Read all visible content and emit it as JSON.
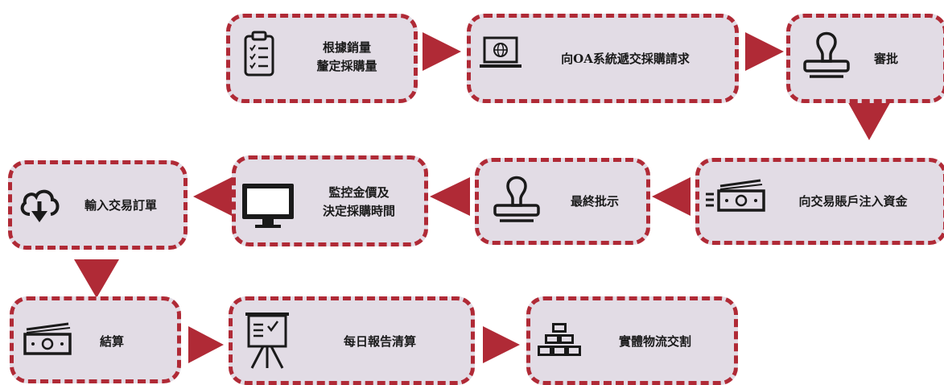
{
  "colors": {
    "box_fill": "#e2dce5",
    "border": "#b02a36",
    "arrow": "#b02a36",
    "icon": "#1a1a1a"
  },
  "steps": [
    {
      "line1": "根據銷量",
      "line2": "釐定採購量",
      "icon": "clipboard-icon"
    },
    {
      "line1": "向OA系統遞交採購請求",
      "icon": "laptop-globe-icon"
    },
    {
      "line1": "審批",
      "icon": "stamp-icon"
    },
    {
      "line1": "向交易賬戶注入資金",
      "icon": "money-transfer-icon"
    },
    {
      "line1": "最終批示",
      "icon": "stamp-icon"
    },
    {
      "line1": "監控金價及",
      "line2": "決定採購時間",
      "icon": "monitor-icon"
    },
    {
      "line1": "輸入交易訂單",
      "icon": "cloud-download-icon"
    },
    {
      "line1": "結算",
      "icon": "banknote-icon"
    },
    {
      "line1": "每日報告清算",
      "icon": "presentation-board-icon"
    },
    {
      "line1": "實體物流交割",
      "icon": "gold-bars-icon"
    }
  ]
}
